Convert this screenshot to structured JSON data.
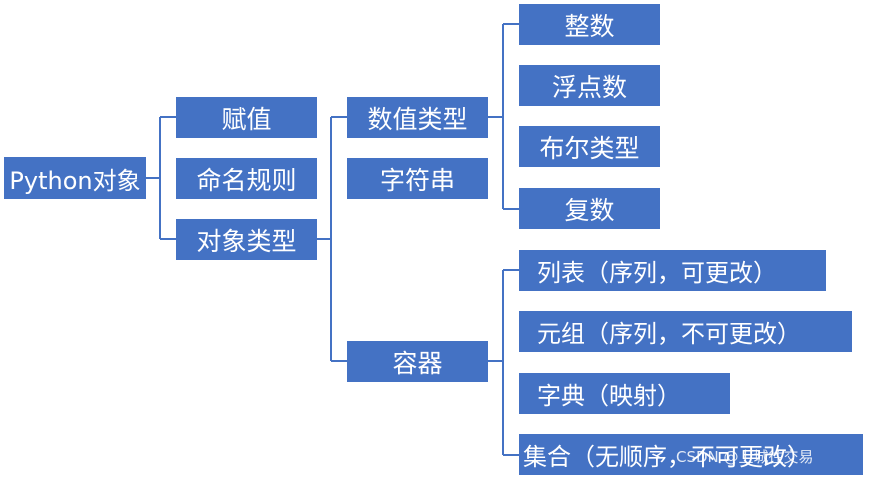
{
  "root": {
    "label": "Python对象"
  },
  "level1": {
    "assign": "赋值",
    "naming": "命名规则",
    "types": "对象类型"
  },
  "level2": {
    "numeric": "数值类型",
    "string": "字符串",
    "container": "容器"
  },
  "numeric_types": {
    "int": "整数",
    "float": "浮点数",
    "bool": "布尔类型",
    "complex": "复数"
  },
  "container_types": {
    "list": "列表（序列，可更改）",
    "tuple": "元组（序列，不可更改）",
    "dict": "字典（映射）",
    "set": "集合（无顺序，不可更改）"
  },
  "watermark": "CSDN @上城往交易",
  "colors": {
    "box": "#4472c4",
    "line": "#4472c4",
    "text": "#ffffff"
  }
}
